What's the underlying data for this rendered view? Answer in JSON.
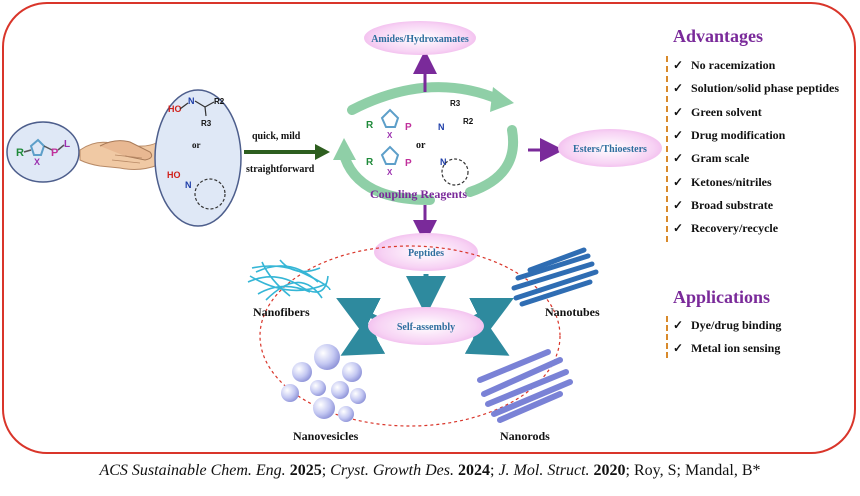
{
  "center": {
    "top_oval": "Amides/Hydroxamates",
    "right_oval": "Esters/Thioesters",
    "peptides_oval": "Peptides",
    "selfassembly_oval": "Self-assembly",
    "coupling_label": "Coupling Reagents",
    "or_label": "or"
  },
  "arrow": {
    "line1": "quick, mild",
    "line2": "straightforward"
  },
  "left_reagent": {
    "r": "R",
    "x": "X",
    "p": "P",
    "l": "L"
  },
  "oxime": {
    "ho": "HO",
    "n": "N",
    "r2": "R2",
    "r3": "R3",
    "or": "or"
  },
  "advantages": {
    "title": "Advantages",
    "items": [
      "No racemization",
      "Solution/solid phase peptides",
      "Green solvent",
      "Drug modification",
      "Gram scale",
      "Ketones/nitriles",
      "Broad substrate",
      "Recovery/recycle"
    ]
  },
  "applications": {
    "title": "Applications",
    "items": [
      "Dye/drug binding",
      "Metal ion sensing"
    ]
  },
  "nano": {
    "fibers": "Nanofibers",
    "tubes": "Nanotubes",
    "vesicles": "Nanovesicles",
    "rods": "Nanorods"
  },
  "citation": {
    "j1": "ACS Sustainable Chem. Eng.",
    "y1": "2025",
    "j2": "Cryst. Growth Des.",
    "y2": "2024",
    "j3": "J. Mol. Struct.",
    "y3": "2020",
    "authors": "; Roy, S; Mandal, B*"
  },
  "colors": {
    "frame": "#d9352a",
    "accent_purple": "#7a2a9a",
    "cycle_green": "#8fcfa7",
    "oval_pink": "#f6c6f0",
    "teal": "#2e8a9e",
    "bracket_orange": "#d98a2b"
  }
}
